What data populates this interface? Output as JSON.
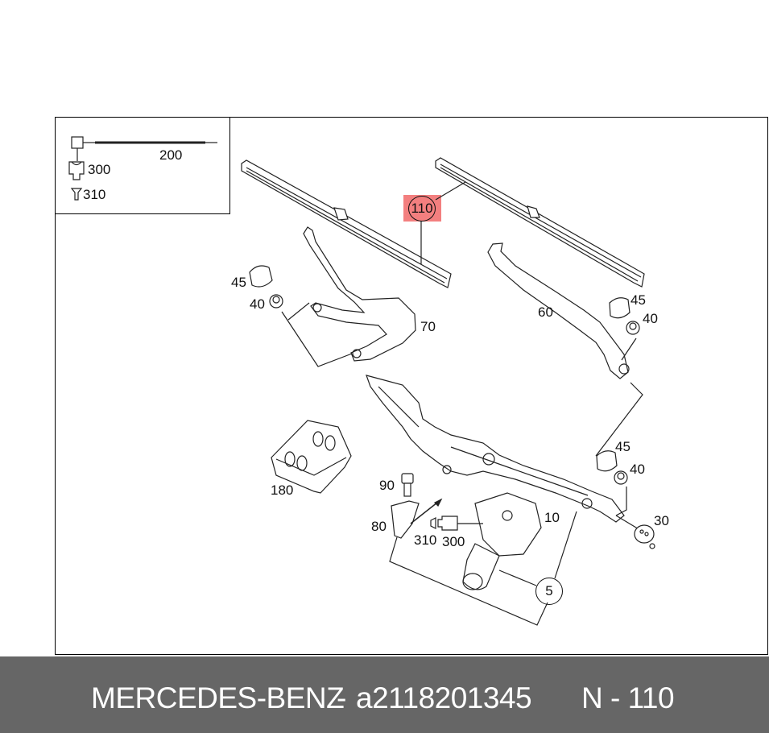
{
  "diagram": {
    "type": "exploded parts diagram",
    "subject": "windshield wiper system",
    "highlight_color": "#f37f7f",
    "legend": {
      "items": [
        {
          "id": "200",
          "label": "200",
          "shape": "cable"
        },
        {
          "id": "300",
          "label": "300",
          "shape": "connector"
        },
        {
          "id": "310",
          "label": "310",
          "shape": "plug"
        }
      ]
    },
    "callouts": [
      {
        "id": "110",
        "label": "110",
        "part": "wiper blades",
        "highlighted": true
      },
      {
        "id": "45a",
        "label": "45",
        "part": "cap (left)"
      },
      {
        "id": "40a",
        "label": "40",
        "part": "nut (left)"
      },
      {
        "id": "70",
        "label": "70",
        "part": "wiper arm (left)"
      },
      {
        "id": "60",
        "label": "60",
        "part": "wiper arm (right)"
      },
      {
        "id": "45b",
        "label": "45",
        "part": "cap (right)"
      },
      {
        "id": "40b",
        "label": "40",
        "part": "nut (right)"
      },
      {
        "id": "45c",
        "label": "45",
        "part": "cap (linkage)"
      },
      {
        "id": "40c",
        "label": "40",
        "part": "nut (linkage)"
      },
      {
        "id": "180",
        "label": "180",
        "part": "bracket module"
      },
      {
        "id": "90",
        "label": "90",
        "part": "bolt"
      },
      {
        "id": "80",
        "label": "80",
        "part": "mount"
      },
      {
        "id": "310b",
        "label": "310",
        "part": "plug"
      },
      {
        "id": "300b",
        "label": "300",
        "part": "connector"
      },
      {
        "id": "10",
        "label": "10",
        "part": "wiper motor"
      },
      {
        "id": "30",
        "label": "30",
        "part": "grommet"
      },
      {
        "id": "5",
        "label": "5",
        "part": "wiper linkage assembly",
        "circled": true
      }
    ]
  },
  "footer": {
    "brand": "MERCEDES-BENZ",
    "separator": "-",
    "part_number": "a2118201345",
    "ref": "N - 110",
    "background": "#666666"
  }
}
